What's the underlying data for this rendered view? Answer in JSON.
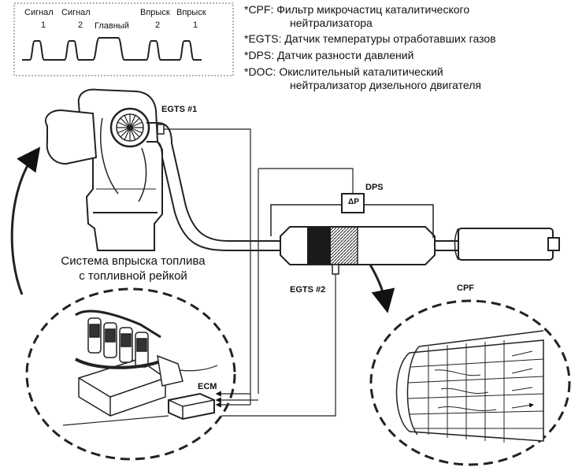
{
  "pulse_box": {
    "labels": {
      "signal_a": "Сигнал",
      "signal_a_num": "1",
      "signal_b": "Сигнал",
      "signal_b_num": "2",
      "main": "Главный",
      "injection_a": "Впрыск",
      "injection_a_num": "2",
      "injection_b": "Впрыск",
      "injection_b_num": "1"
    }
  },
  "legend": [
    {
      "line1": "*CPF: Фильтр микрочастиц каталитического",
      "line2": "нейтрализатора"
    },
    {
      "line1": "*EGTS: Датчик температуры отработавших газов",
      "line2": ""
    },
    {
      "line1": "*DPS: Датчик разности давлений",
      "line2": ""
    },
    {
      "line1": "*DOC: Окислительный каталитический",
      "line2": "нейтрализатор дизельного двигателя"
    }
  ],
  "labels": {
    "egts1": "EGTS #1",
    "egts2": "EGTS #2",
    "dps": "DPS",
    "dps_symbol": "ΔP",
    "ecm": "ECM",
    "cpf": "CPF"
  },
  "fuel_system": {
    "line1": "Система впрыска топлива",
    "line2": "с топливной рейкой"
  }
}
